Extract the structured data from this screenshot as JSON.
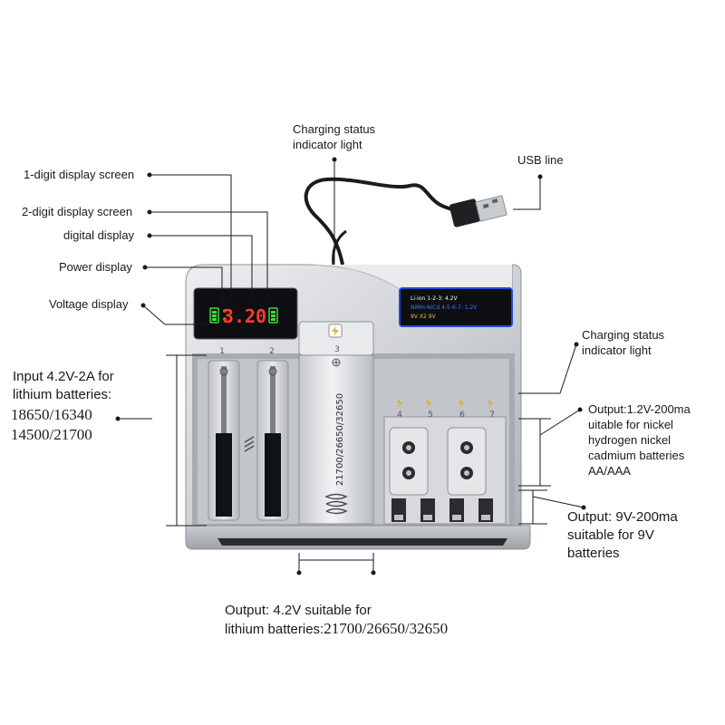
{
  "callouts": {
    "charging_status_top": [
      "Charging status",
      "indicator light"
    ],
    "usb_line": "USB line",
    "one_digit": "1-digit display screen",
    "two_digit": "2-digit display screen",
    "digital_display": "digital display",
    "power_display": "Power display",
    "voltage_display": "Voltage display",
    "input_spec": [
      "Input 4.2V-2A for",
      "lithium batteries:"
    ],
    "input_sizes": [
      "18650/16340",
      "14500/21700"
    ],
    "charging_status_right": [
      "Charging status",
      "indicator light"
    ],
    "output_nimh": [
      "Output:1.2V-200ma",
      "uitable for nickel",
      "hydrogen nickel",
      "cadmium batteries",
      "AA/AAA"
    ],
    "output_9v": [
      "Output: 9V-200ma",
      "suitable for 9V",
      "batteries"
    ],
    "output_lithium": [
      "Output: 4.2V suitable for",
      "lithium batteries:"
    ],
    "output_lithium_sizes": "21700/26650/32650"
  },
  "device": {
    "screen_digits": "3.20",
    "slot_numbers": [
      "1",
      "2",
      "3",
      "4",
      "5",
      "6",
      "7"
    ],
    "big_slot_text": "21700/26650/32650",
    "info_panel": [
      "Li-ion 1-2-3: 4.2V",
      "NiMH-NiCd 4-5-6-7: 1.2V",
      "9V X2 9V"
    ]
  },
  "colors": {
    "body": "#d7d9dc",
    "body_dark": "#9fa3a8",
    "screen_bg": "#0d0f12",
    "digit_red": "#ff3b2f",
    "battery_green": "#3ddc3d",
    "panel_blue": "#1e4fd8",
    "base_dark": "#2a2c2f"
  }
}
